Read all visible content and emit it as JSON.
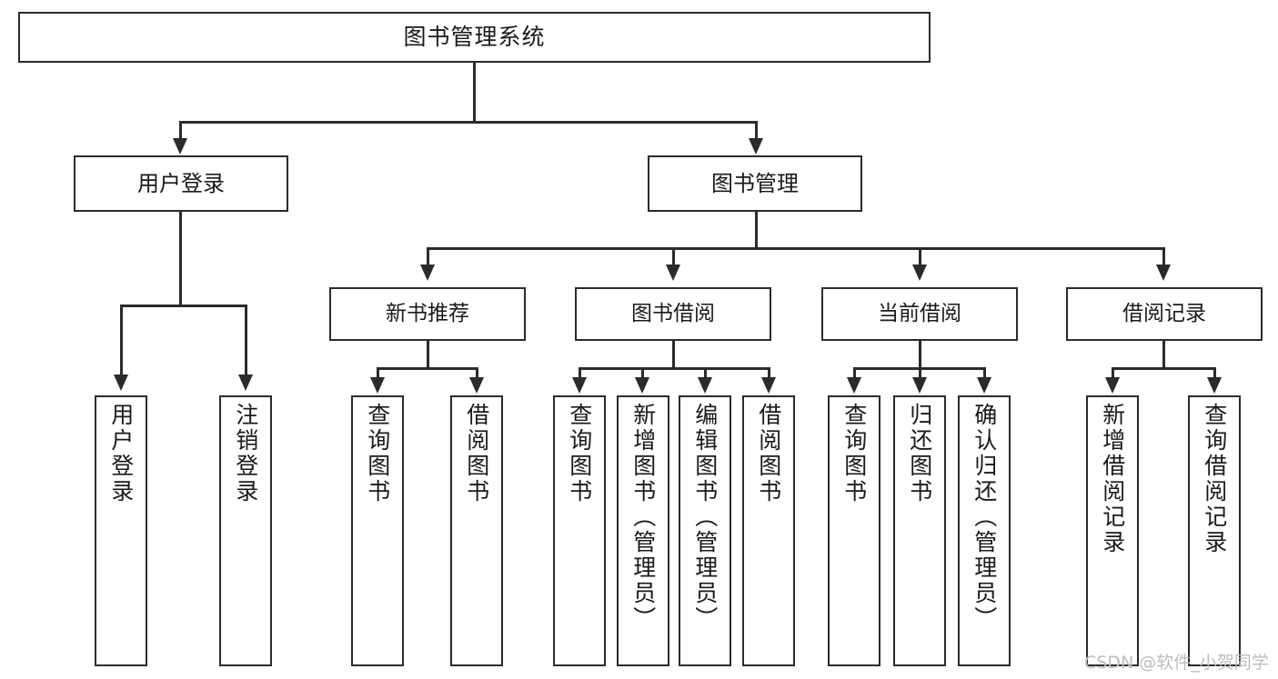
{
  "diagram": {
    "type": "tree",
    "title": "图书管理系统",
    "orientation": "top-down",
    "colors": {
      "box_border": "#2b2b2b",
      "box_fill": "#ffffff",
      "connector": "#2b2b2b",
      "text": "#1a1a1a",
      "watermark": "#bdbdbd"
    },
    "root": {
      "label": "图书管理系统"
    },
    "level2": [
      {
        "label": "用户登录"
      },
      {
        "label": "图书管理"
      }
    ],
    "level3": [
      {
        "label": "新书推荐"
      },
      {
        "label": "图书借阅"
      },
      {
        "label": "当前借阅"
      },
      {
        "label": "借阅记录"
      }
    ],
    "leaves": {
      "user_login": [
        {
          "label": "用户登录"
        },
        {
          "label": "注销登录"
        }
      ],
      "new_book_recommend": [
        {
          "label": "查询图书"
        },
        {
          "label": "借阅图书"
        }
      ],
      "book_borrow": [
        {
          "label": "查询图书"
        },
        {
          "label": "新增图书（管理员）"
        },
        {
          "label": "编辑图书（管理员）"
        },
        {
          "label": "借阅图书"
        }
      ],
      "current_borrow": [
        {
          "label": "查询图书"
        },
        {
          "label": "归还图书"
        },
        {
          "label": "确认归还（管理员）"
        }
      ],
      "borrow_records": [
        {
          "label": "新增借阅记录"
        },
        {
          "label": "查询借阅记录"
        }
      ]
    }
  },
  "watermark": {
    "text": "CSDN @软件_小贺同学"
  }
}
